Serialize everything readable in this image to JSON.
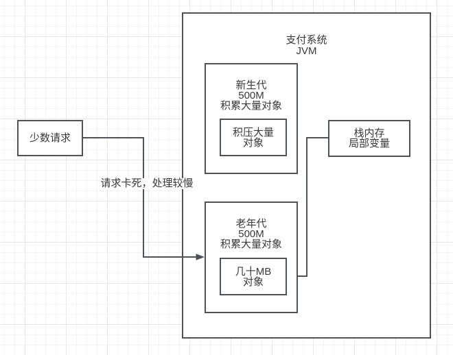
{
  "canvas": {
    "background": "#ffffff",
    "grid_minor_color": "#f5f5f5",
    "grid_major_color": "#e7e7e7"
  },
  "colors": {
    "stroke": "#4d5257",
    "text": "#383838"
  },
  "nodes": {
    "jvm": {
      "label": "支付系统\nJVM"
    },
    "young_gen": {
      "label": "新生代\n500M\n积累大量对象"
    },
    "young_gen_inner": {
      "label": "积压大量\n对象"
    },
    "old_gen": {
      "label": "老年代\n500M\n积累大量对象"
    },
    "old_gen_inner": {
      "label": "几十MB\n对象"
    },
    "stack": {
      "label": "栈内存\n局部变量"
    },
    "request": {
      "label": "少数请求"
    }
  },
  "edges": {
    "request_to_old_gen": {
      "label": "请求卡死，处理较慢",
      "arrow": true
    },
    "stack_to_old_gen": {
      "label": "",
      "arrow": false
    }
  }
}
